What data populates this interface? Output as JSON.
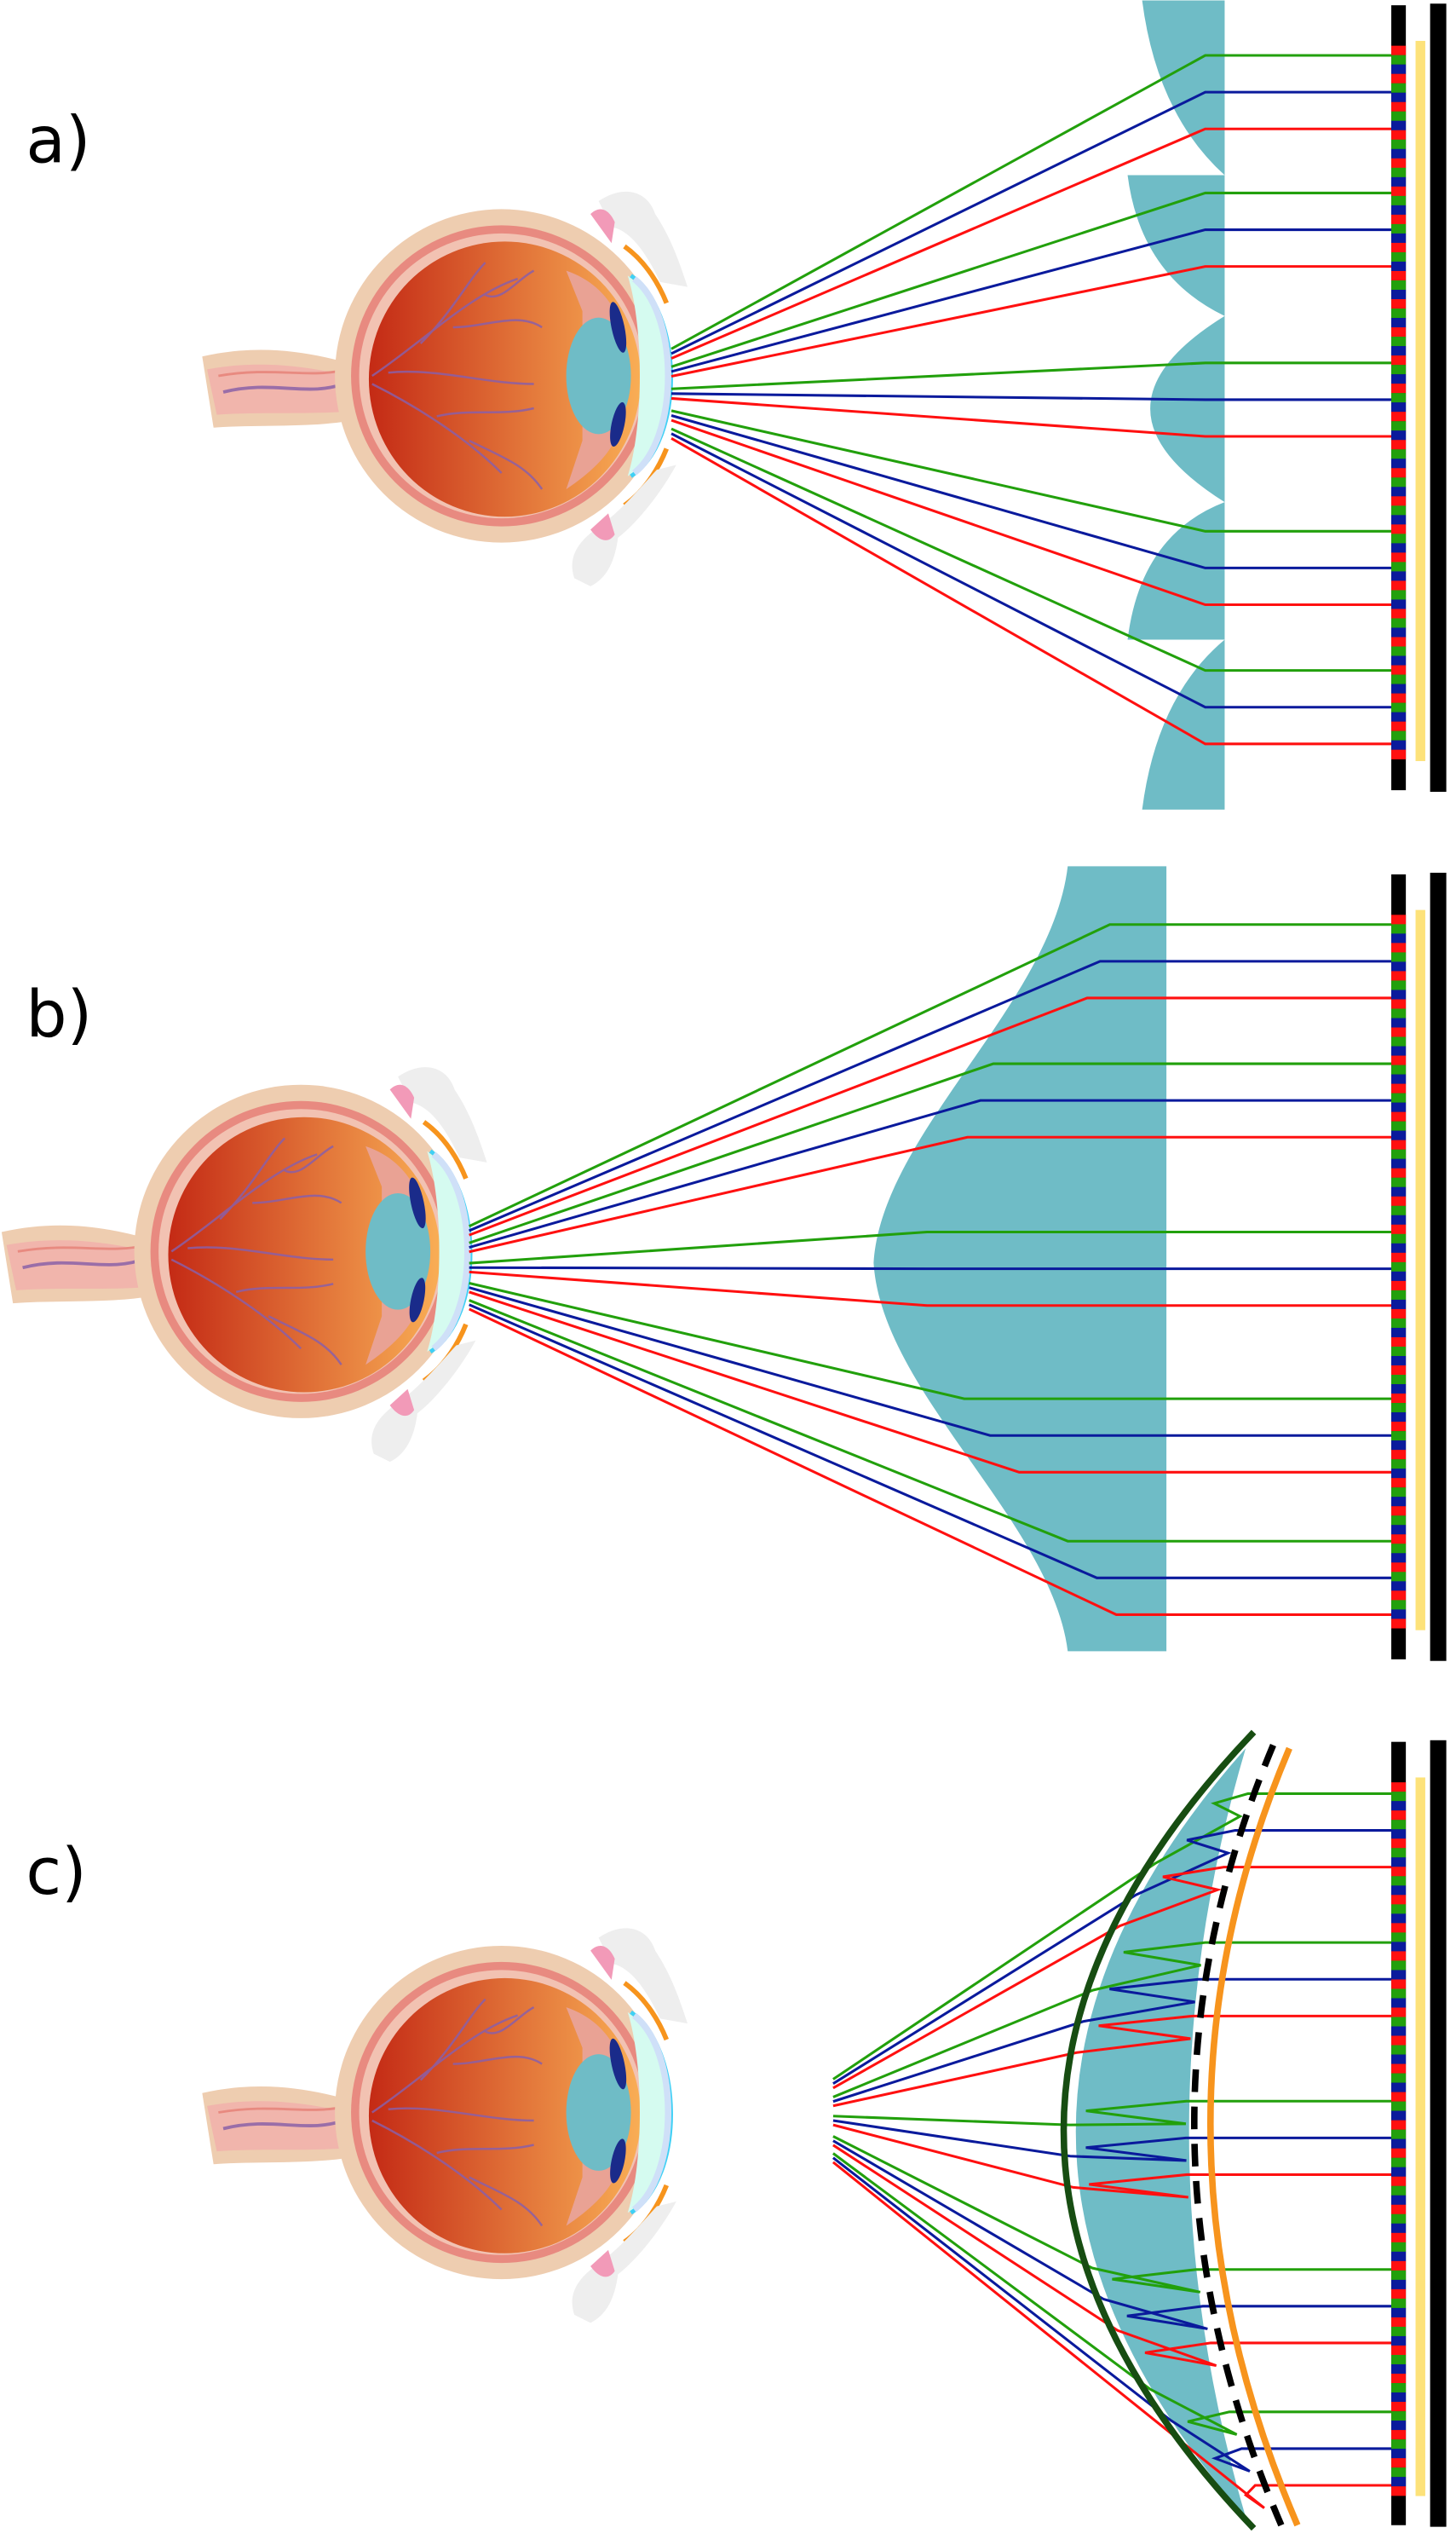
{
  "panels": [
    {
      "label": "a)"
    },
    {
      "label": "b)"
    },
    {
      "label": "c)"
    }
  ],
  "colors": {
    "ray_green": "#22a00c",
    "ray_blue": "#0a1a9c",
    "ray_red": "#ff1010",
    "lens": "#6fbcc6",
    "backlight": "#fde27a",
    "frame": "#000000",
    "mirror_outer": "#174d12",
    "mirror_inner": "#f7941d"
  }
}
